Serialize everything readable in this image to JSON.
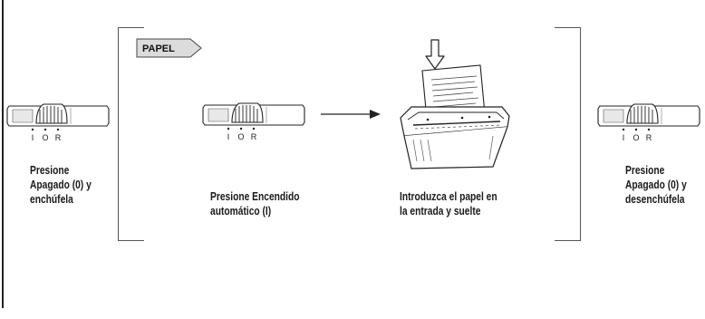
{
  "tag": {
    "label": "PAPEL"
  },
  "switch": {
    "positions": [
      "I",
      "O",
      "R"
    ]
  },
  "steps": [
    {
      "caption_lines": [
        "Presione",
        "Apagado (0) y",
        "enchúfela"
      ]
    },
    {
      "caption_lines": [
        "Presione Encendido",
        "automático (I)"
      ]
    },
    {
      "caption_lines": [
        "Introduzca el papel en",
        "la entrada y suelte"
      ]
    },
    {
      "caption_lines": [
        "Presione",
        "Apagado (0) y",
        "desenchúfela"
      ]
    }
  ]
}
